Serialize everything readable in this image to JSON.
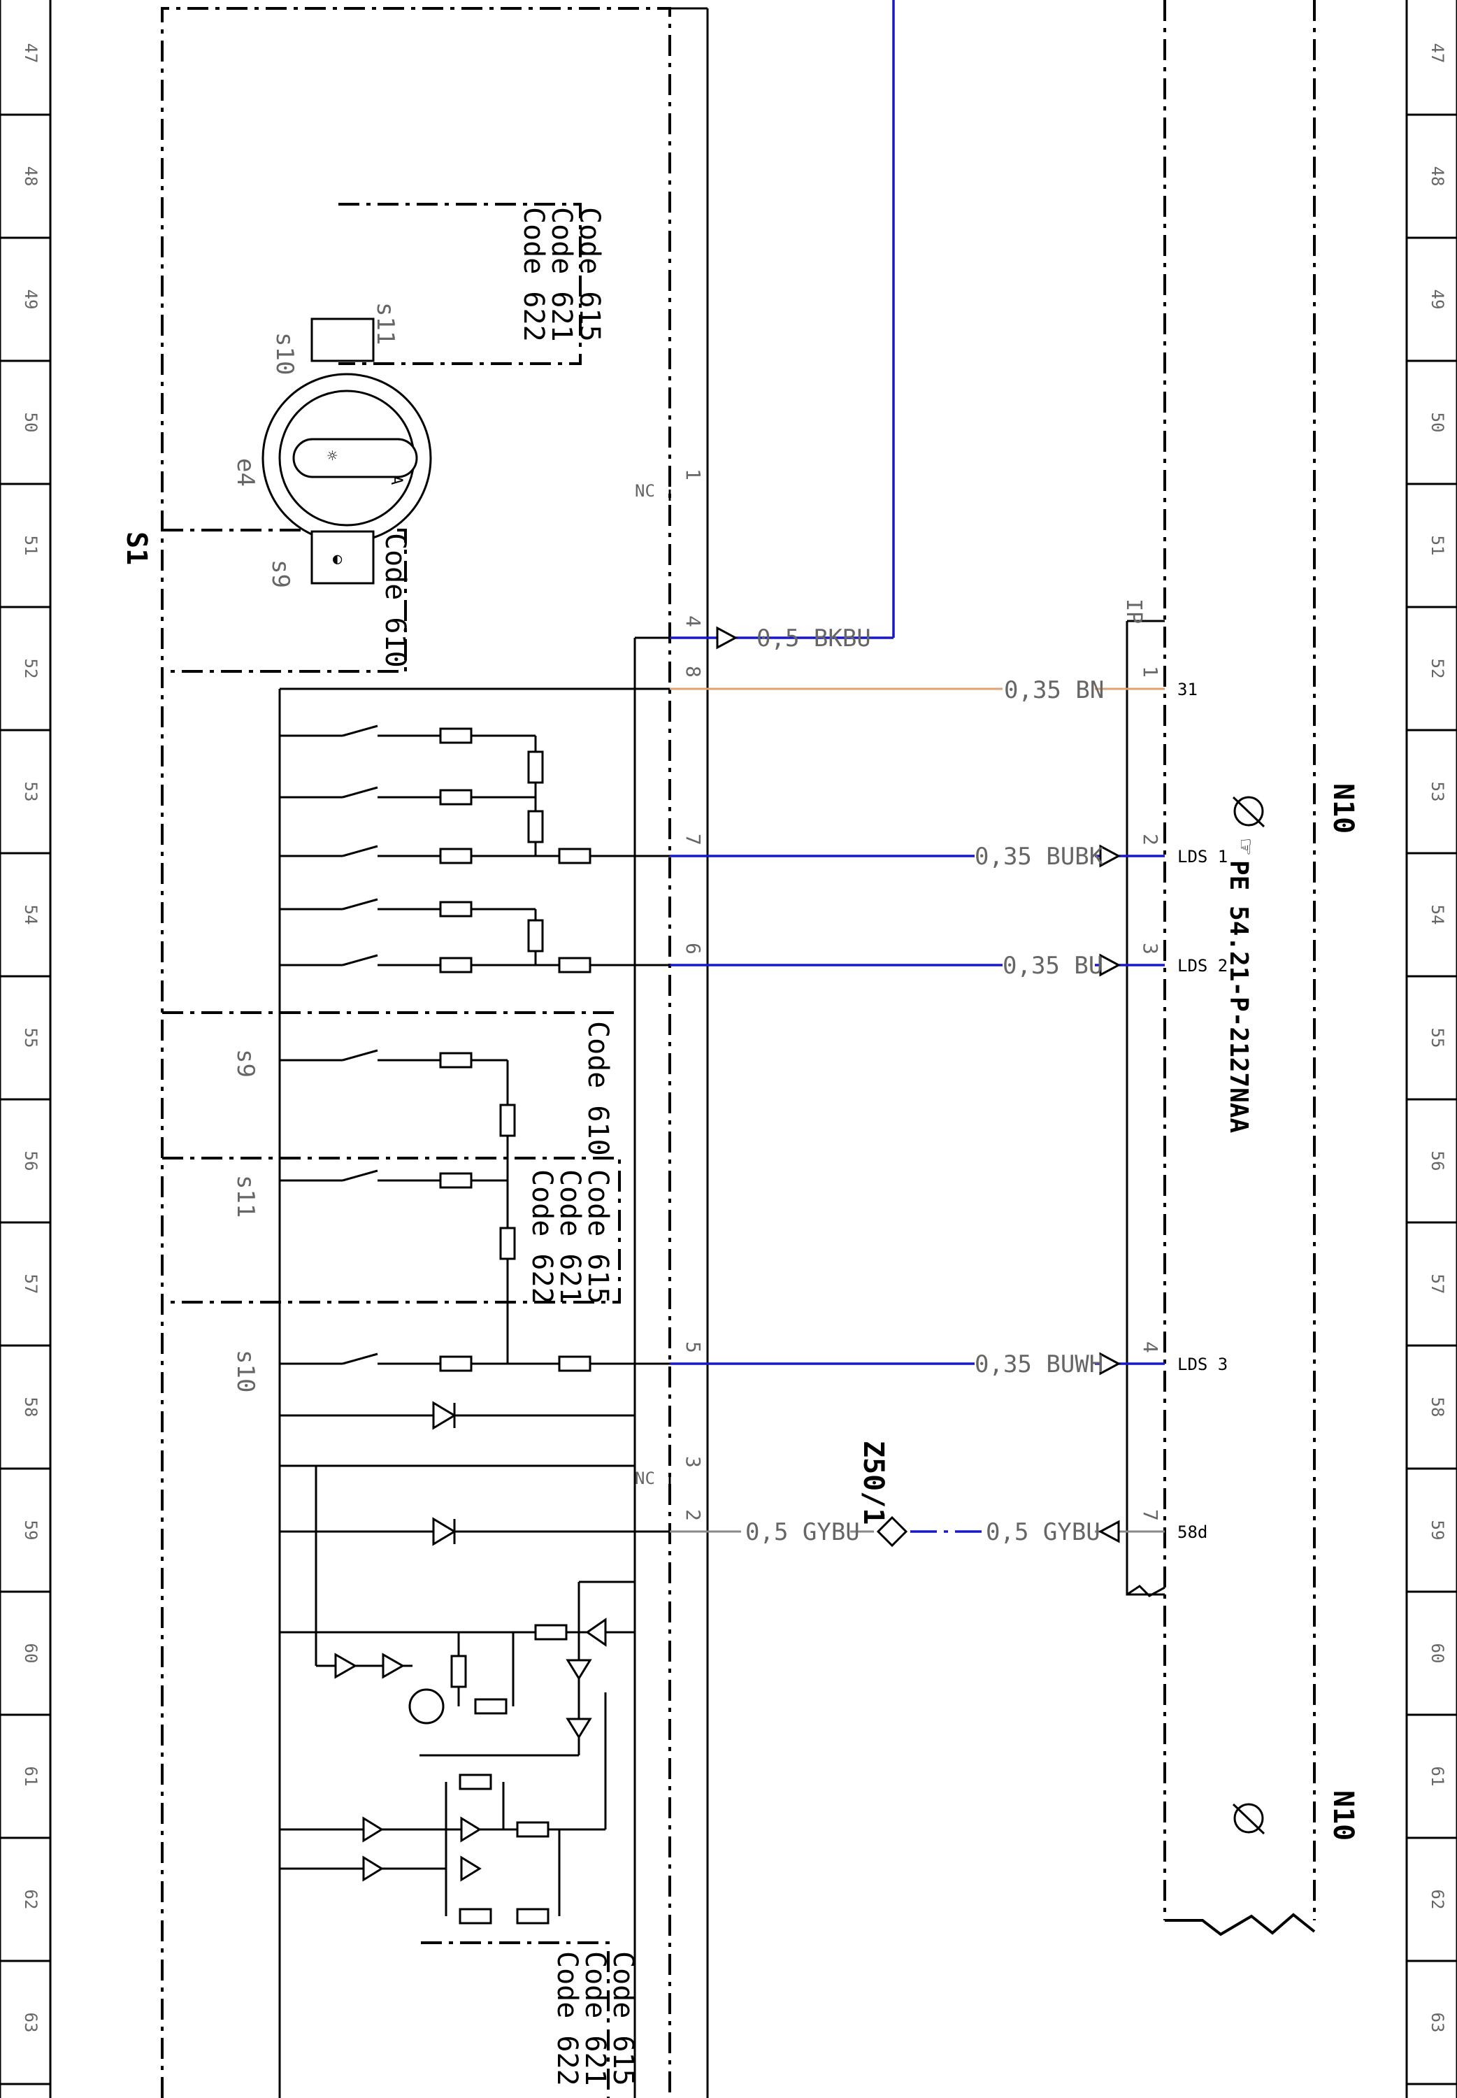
{
  "sheet": {
    "grid_numbers": [
      "47",
      "48",
      "49",
      "50",
      "51",
      "52",
      "53",
      "54",
      "55",
      "56",
      "57",
      "58",
      "59",
      "60",
      "61",
      "62",
      "63"
    ]
  },
  "components": {
    "switch_ref": "S1",
    "connector_ref": "N10",
    "rotary_label": "e4",
    "sub_switches": [
      "s9",
      "s10",
      "s11"
    ],
    "pin_nc": "NC",
    "symbols": {
      "s9": "s9",
      "s10": "s10",
      "s11": "s11",
      "ip": "IP",
      "z50": "Z50/1"
    }
  },
  "codes": {
    "code_610": "Code 610",
    "code_615": "Code 615",
    "code_621": "Code 621",
    "code_622": "Code 622"
  },
  "wires": [
    {
      "pin": "4",
      "label": "0,5 BKBU",
      "color": "blue"
    },
    {
      "pin": "8",
      "label": "0,35 BN",
      "target_pin": "1",
      "target": "31",
      "color": "brown"
    },
    {
      "pin": "7",
      "label": "0,35 BUBK",
      "target_pin": "2",
      "target": "LDS 1",
      "color": "blue"
    },
    {
      "pin": "6",
      "label": "0,35 BU",
      "target_pin": "3",
      "target": "LDS 2",
      "color": "blue"
    },
    {
      "pin": "5",
      "label": "0,35 BUWH",
      "target_pin": "4",
      "target": "LDS 3",
      "color": "blue"
    },
    {
      "pin": "2",
      "label": "0,5 GYBU",
      "label2": "0,5 GYBU",
      "target_pin": "7",
      "target": "58d",
      "color": "gray-blue"
    }
  ],
  "pins": {
    "pin1": "1",
    "pin3": "3"
  },
  "reference": "PE 54.21-P-2127NAA",
  "colors": {
    "blue": "#1818c8",
    "brown": "#e0a070",
    "gray": "#888888"
  }
}
